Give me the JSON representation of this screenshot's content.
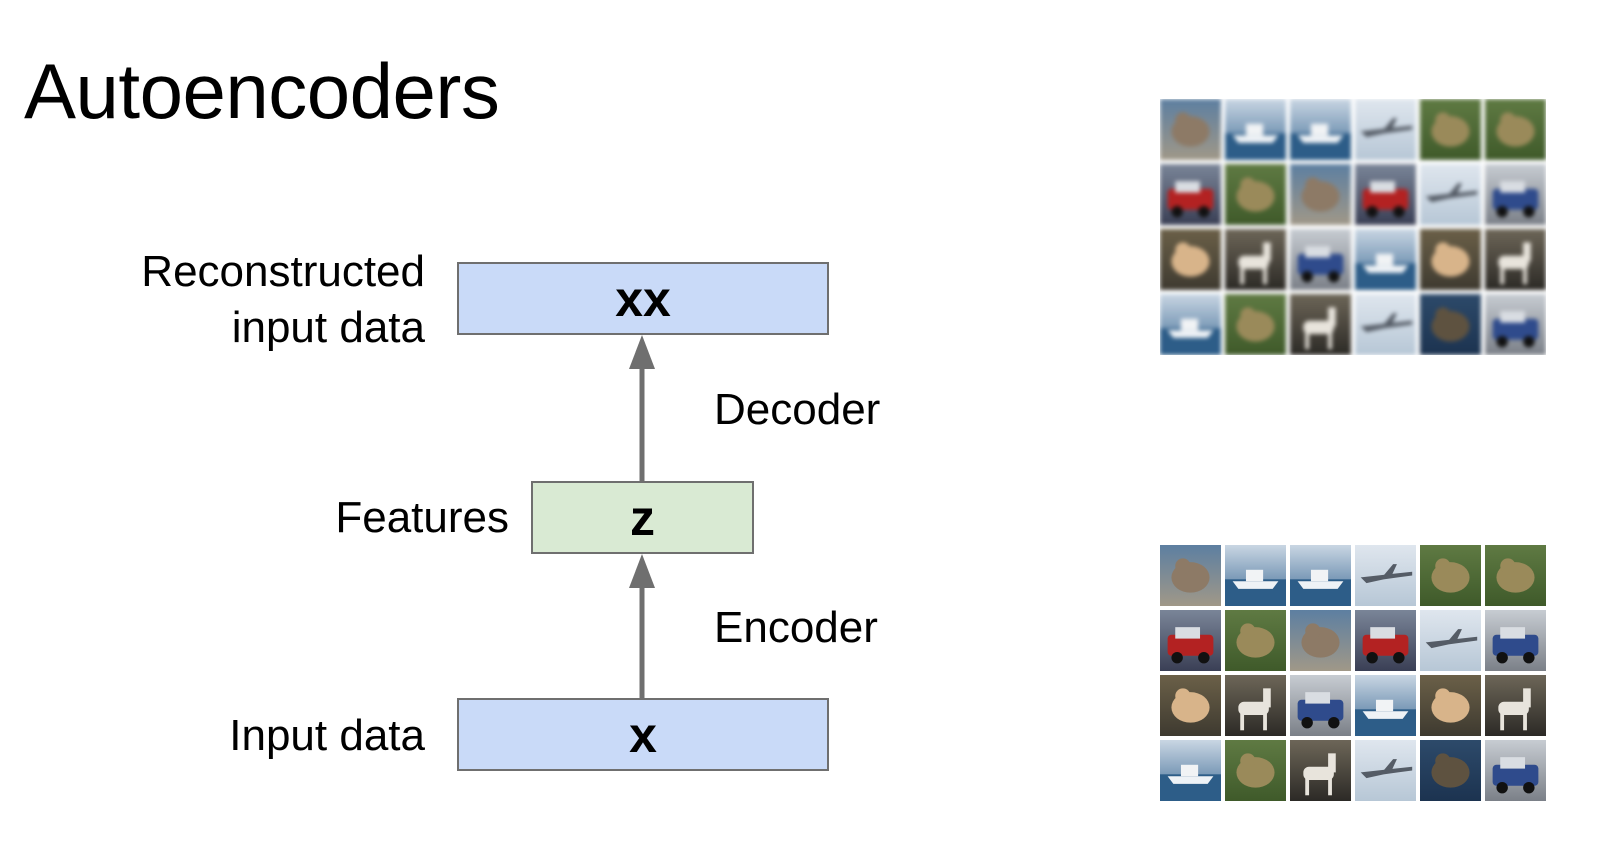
{
  "slide": {
    "title": "Autoencoders"
  },
  "diagram": {
    "nodes": {
      "reconstructed": {
        "label_line1": "Reconstructed",
        "label_line2": "input data",
        "symbol": "xx"
      },
      "features": {
        "label": "Features",
        "symbol": "z"
      },
      "input": {
        "label": "Input data",
        "symbol": "x"
      }
    },
    "edges": {
      "decoder": "Decoder",
      "encoder": "Encoder"
    }
  },
  "colors": {
    "blue_box": "#c9daf8",
    "green_box": "#d9ead3",
    "arrow": "#6f6f6f"
  },
  "image_grids": {
    "reconstructed_tiles": [
      [
        "cat",
        "ship",
        "ship",
        "airplane",
        "frog",
        "frog"
      ],
      [
        "automobile",
        "frog",
        "cat",
        "automobile",
        "airplane",
        "truck"
      ],
      [
        "dog",
        "horse",
        "truck",
        "ship",
        "dog",
        "horse"
      ],
      [
        "ship",
        "frog",
        "horse",
        "airplane",
        "deer",
        "truck"
      ]
    ],
    "original_tiles": [
      [
        "cat",
        "ship",
        "ship",
        "airplane",
        "frog",
        "frog"
      ],
      [
        "automobile",
        "frog",
        "cat",
        "automobile",
        "airplane",
        "truck"
      ],
      [
        "dog",
        "horse",
        "truck",
        "ship",
        "dog",
        "horse"
      ],
      [
        "ship",
        "frog",
        "horse",
        "airplane",
        "deer",
        "truck"
      ]
    ]
  }
}
